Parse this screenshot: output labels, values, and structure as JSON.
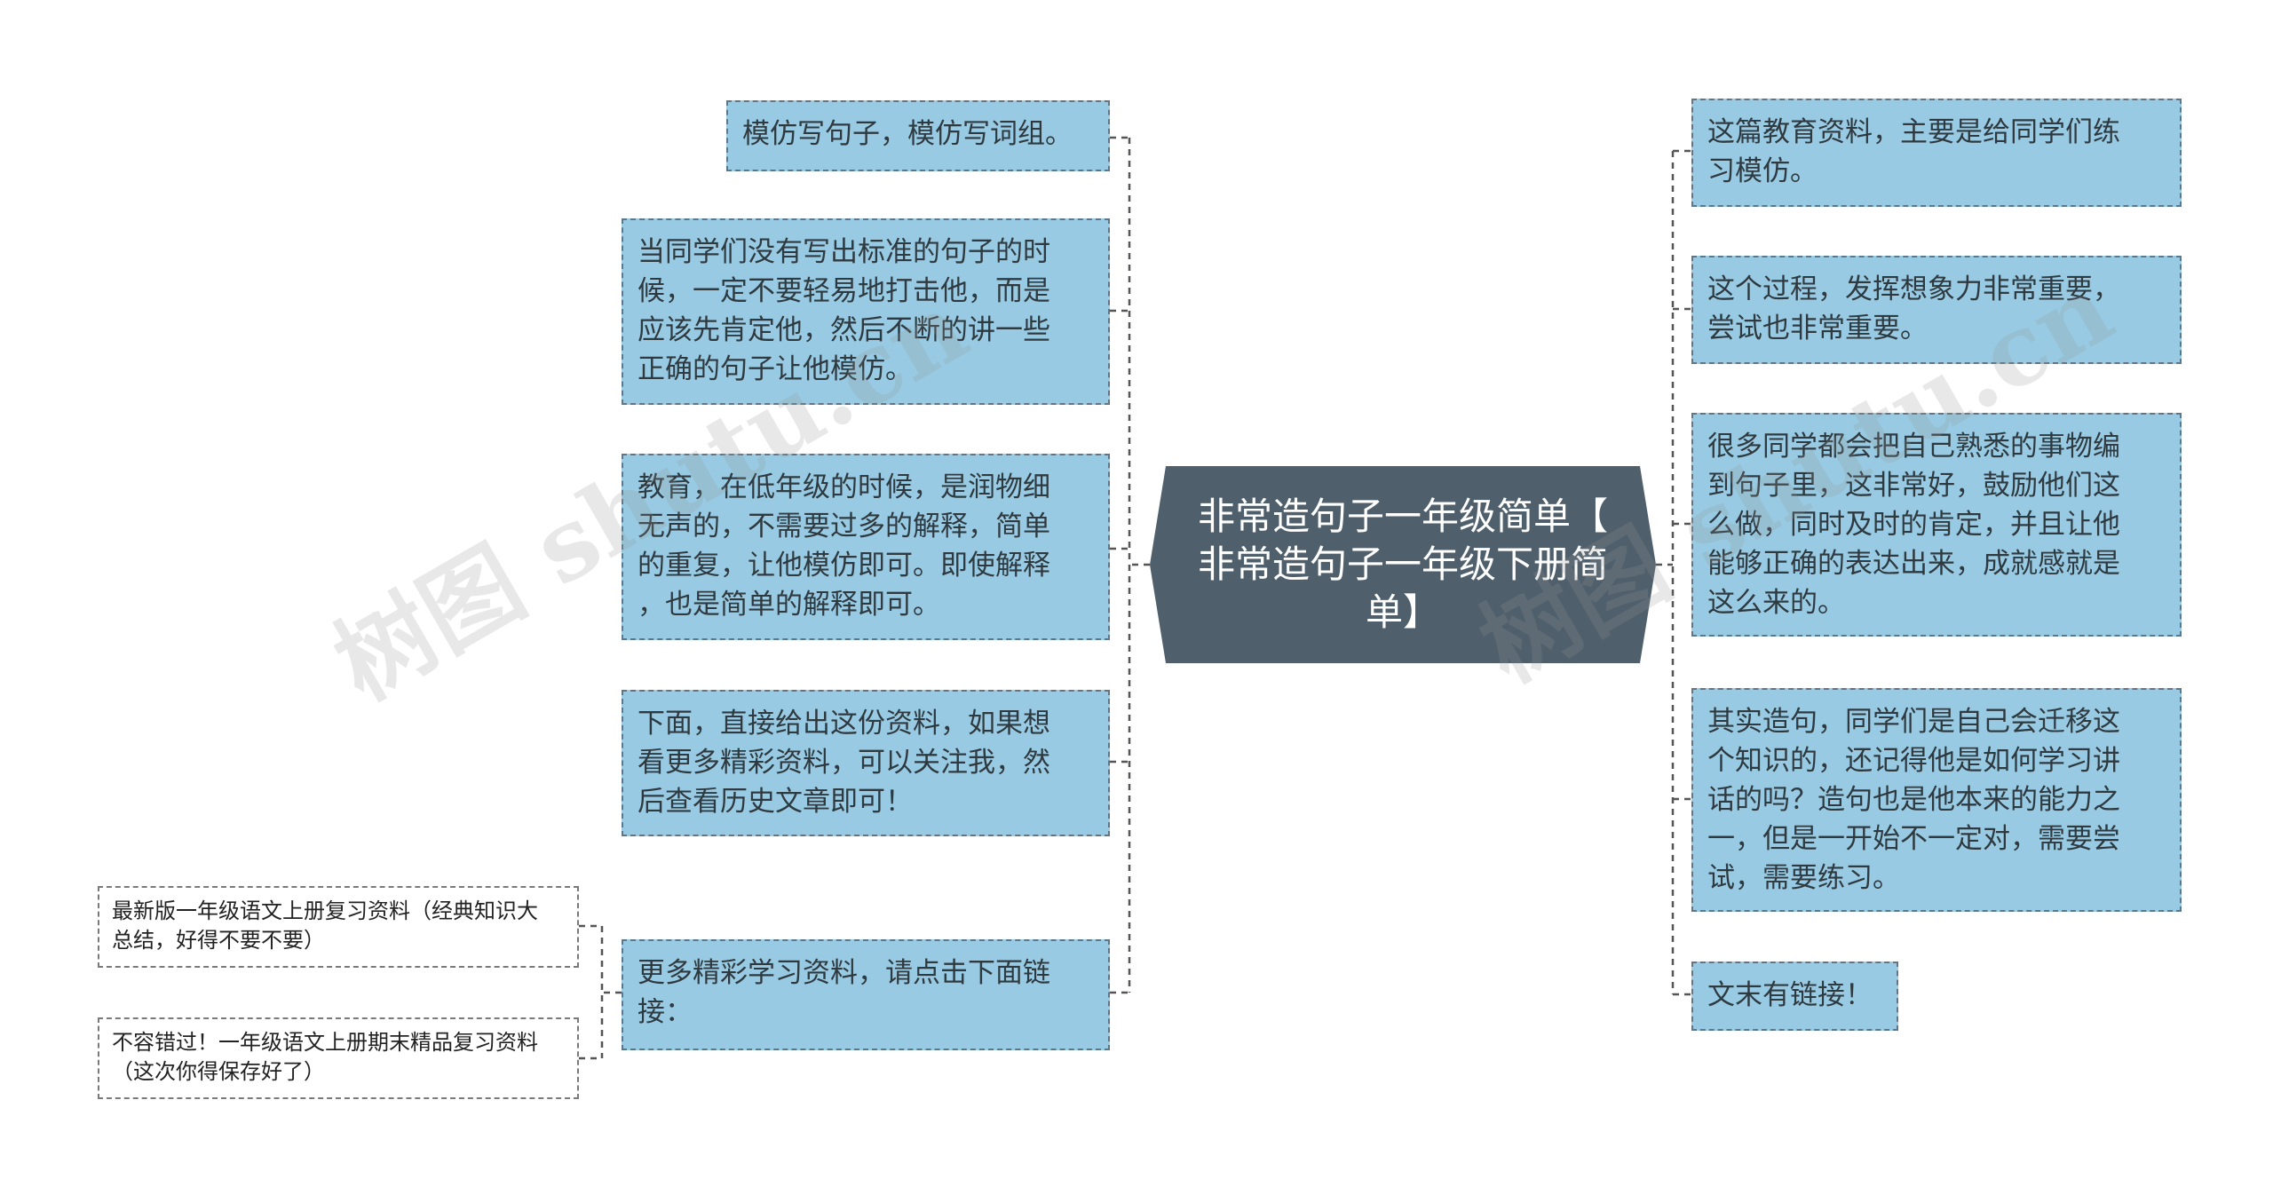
{
  "root": {
    "title": "非常造句子一年级简单【\n非常造句子一年级下册简\n单】"
  },
  "left_nodes": [
    "模仿写句子，模仿写词组。",
    "当同学们没有写出标准的句子的时\n候，一定不要轻易地打击他，而是\n应该先肯定他，然后不断的讲一些\n正确的句子让他模仿。",
    "教育，在低年级的时候，是润物细\n无声的，不需要过多的解释，简单\n的重复，让他模仿即可。即使解释\n，也是简单的解释即可。",
    "下面，直接给出这份资料，如果想\n看更多精彩资料，可以关注我，然\n后查看历史文章即可！",
    "更多精彩学习资料，请点击下面链\n接："
  ],
  "link_items": [
    "最新版一年级语文上册复习资料（经典知识大\n总结，好得不要不要）",
    "不容错过！一年级语文上册期末精品复习资料\n（这次你得保存好了）"
  ],
  "right_nodes": [
    "这篇教育资料，主要是给同学们练\n习模仿。",
    "这个过程，发挥想象力非常重要，\n尝试也非常重要。",
    "很多同学都会把自己熟悉的事物编\n到句子里，这非常好，鼓励他们这\n么做，同时及时的肯定，并且让他\n能够正确的表达出来，成就感就是\n这么来的。",
    "其实造句，同学们是自己会迁移这\n个知识的，还记得他是如何学习讲\n话的吗？造句也是他本来的能力之\n一，但是一开始不一定对，需要尝\n试，需要练习。",
    "文末有链接！"
  ],
  "watermark": "树图 shutu.cn"
}
